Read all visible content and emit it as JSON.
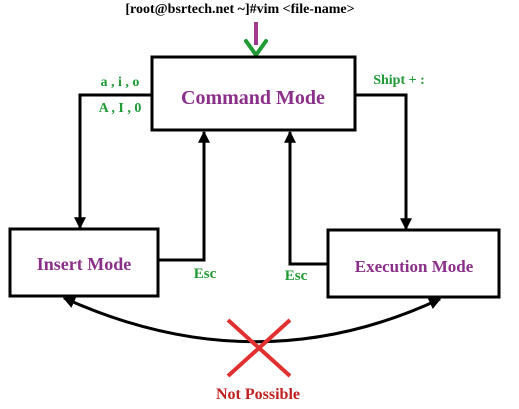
{
  "command_prompt": "[root@bsrtech.net ~]#vim <file-name>",
  "nodes": {
    "command_mode": "Command Mode",
    "insert_mode": "Insert Mode",
    "execution_mode": "Execution Mode"
  },
  "edge_labels": {
    "insert_keys_lower": "a , i , o",
    "insert_keys_upper": "A , I , 0",
    "shift_colon": "Shipt + :",
    "esc_from_insert": "Esc",
    "esc_from_execution": "Esc",
    "not_possible": "Not Possible"
  },
  "colors": {
    "mode_text": "#8b2f8b",
    "key_text": "#1f9a35",
    "entry_arrow": "#a0388f",
    "cross": "#e03030",
    "not_possible_text": "#c02020",
    "lines": "#000000"
  }
}
